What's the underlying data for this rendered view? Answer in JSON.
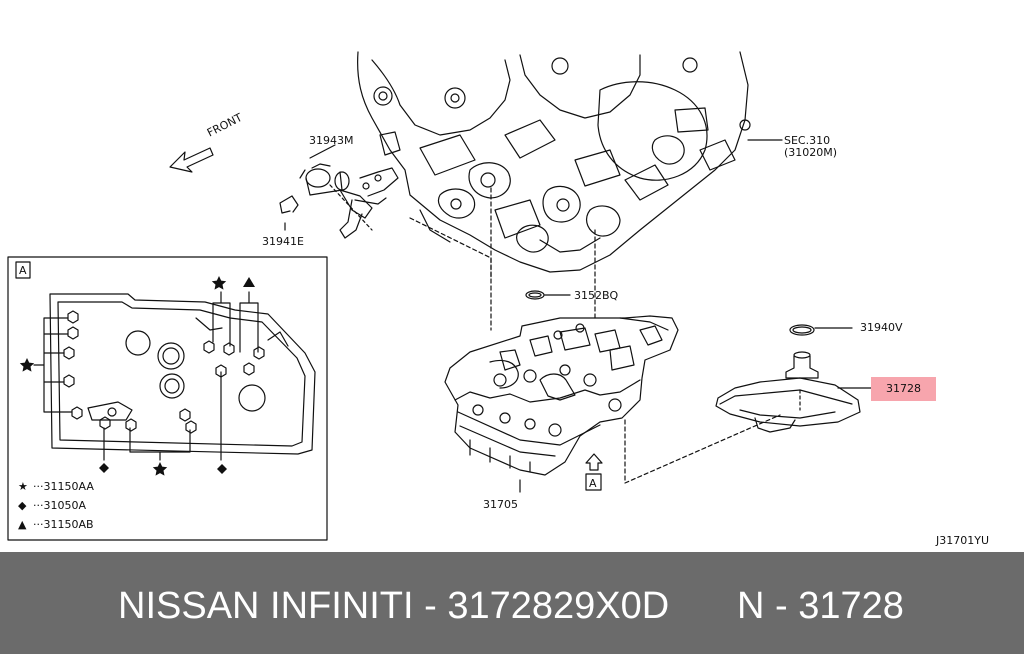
{
  "diagram": {
    "front_label": "FRONT",
    "parts": {
      "solenoid": "31943M",
      "clip": "31941E",
      "section_ref": "SEC.310",
      "section_sub": "(31020M)",
      "oring_top": "3152BQ",
      "oring_filter": "31940V",
      "highlighted_part": "31728",
      "control_valve": "31705"
    },
    "view_marker": "A",
    "legend": [
      {
        "symbol": "★",
        "text": "···31150AA"
      },
      {
        "symbol": "◆",
        "text": "···31050A"
      },
      {
        "symbol": "▲",
        "text": "···31150AB"
      }
    ],
    "drawing_code": "J31701YU",
    "highlight_color": "#f7a5ad"
  },
  "footer": {
    "brand": "NISSAN  INFINITI - 3172829X0D",
    "code": "N - 31728",
    "bg_color": "#6b6b6b"
  }
}
